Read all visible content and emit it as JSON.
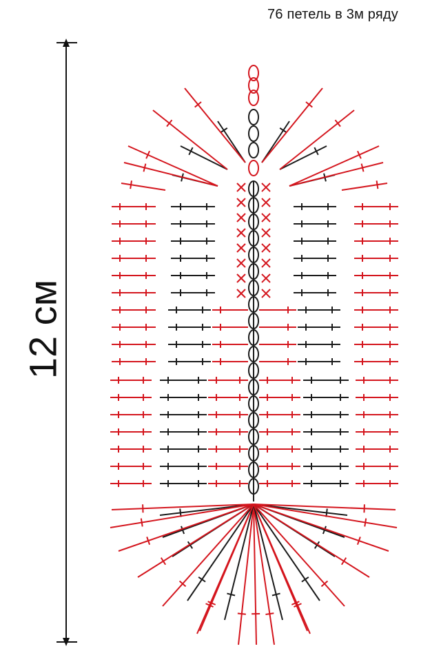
{
  "header": {
    "title": "76 петель в 3м ряду"
  },
  "dimension": {
    "label": "12  см"
  },
  "colors": {
    "ink": "#111111",
    "red": "#d4151d",
    "black": "#1a1a1a",
    "background": "#ffffff"
  },
  "legend_symbols": [
    "chain-stitch",
    "single-crochet",
    "double-crochet"
  ]
}
